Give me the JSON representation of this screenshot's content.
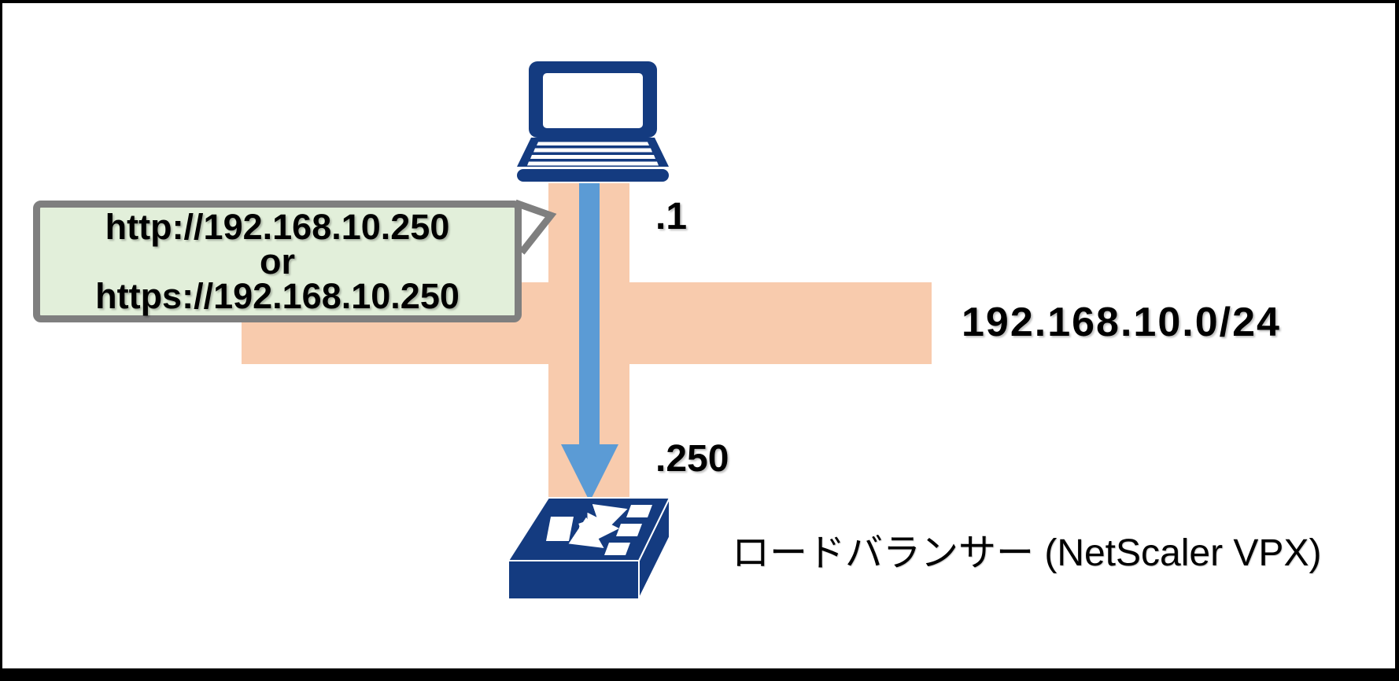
{
  "diagram": {
    "callout": {
      "line1": "http://192.168.10.250",
      "line2": "or",
      "line3": "https://192.168.10.250"
    },
    "labels": {
      "client_ip": ".1",
      "lb_ip": ".250",
      "network": "192.168.10.0/24",
      "load_balancer": "ロードバランサー (NetScaler VPX)"
    },
    "icons": {
      "client": "laptop-icon",
      "balancer": "load-balancer-icon",
      "traffic": "down-arrow-icon"
    },
    "colors": {
      "navy": "#143B80",
      "peach": "#F8CBAD",
      "arrow_blue": "#5B9BD5",
      "callout_fill": "#E2EFDA",
      "callout_border": "#7F7F7F",
      "text": "#000000"
    }
  }
}
